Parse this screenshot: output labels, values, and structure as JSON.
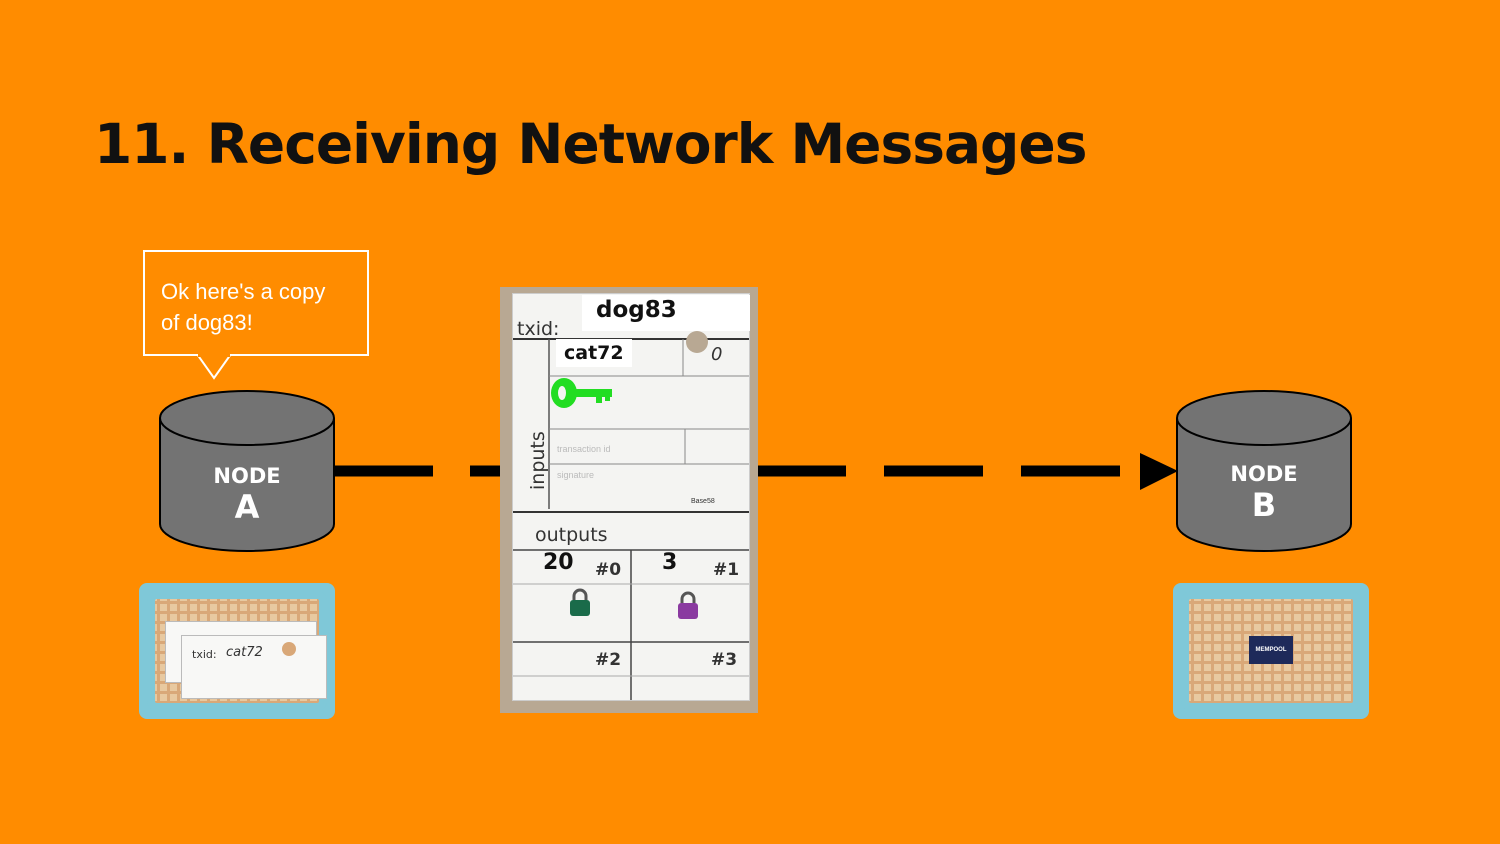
{
  "slide": {
    "title": "11. Receiving Network Messages"
  },
  "speech_bubble": {
    "line1": "Ok here's a copy",
    "line2": "of dog83!"
  },
  "node_a": {
    "word": "NODE",
    "letter": "A"
  },
  "node_b": {
    "word": "NODE",
    "letter": "B"
  },
  "transaction_card": {
    "txid_label": "txid:",
    "txid_value": "dog83",
    "inputs_label": "inputs",
    "input_txid": "cat72",
    "input_index": "0",
    "outputs_label": "outputs",
    "output_0_index": "#0",
    "output_1_index": "#1",
    "output_2_index": "#2",
    "output_3_index": "#3",
    "output_0_amount": "20",
    "output_1_amount": "3",
    "brand": "Base58"
  },
  "basket_a": {
    "card_label": "txid:",
    "card_value": "cat72"
  },
  "basket_b": {
    "label": "MEMPOOL"
  },
  "colors": {
    "background": "#FF8C00",
    "node": "#737373",
    "key": "#22dd22",
    "lock_green": "#1a6b4a",
    "lock_purple": "#8a3aa0",
    "basket": "#7fc8d8"
  }
}
